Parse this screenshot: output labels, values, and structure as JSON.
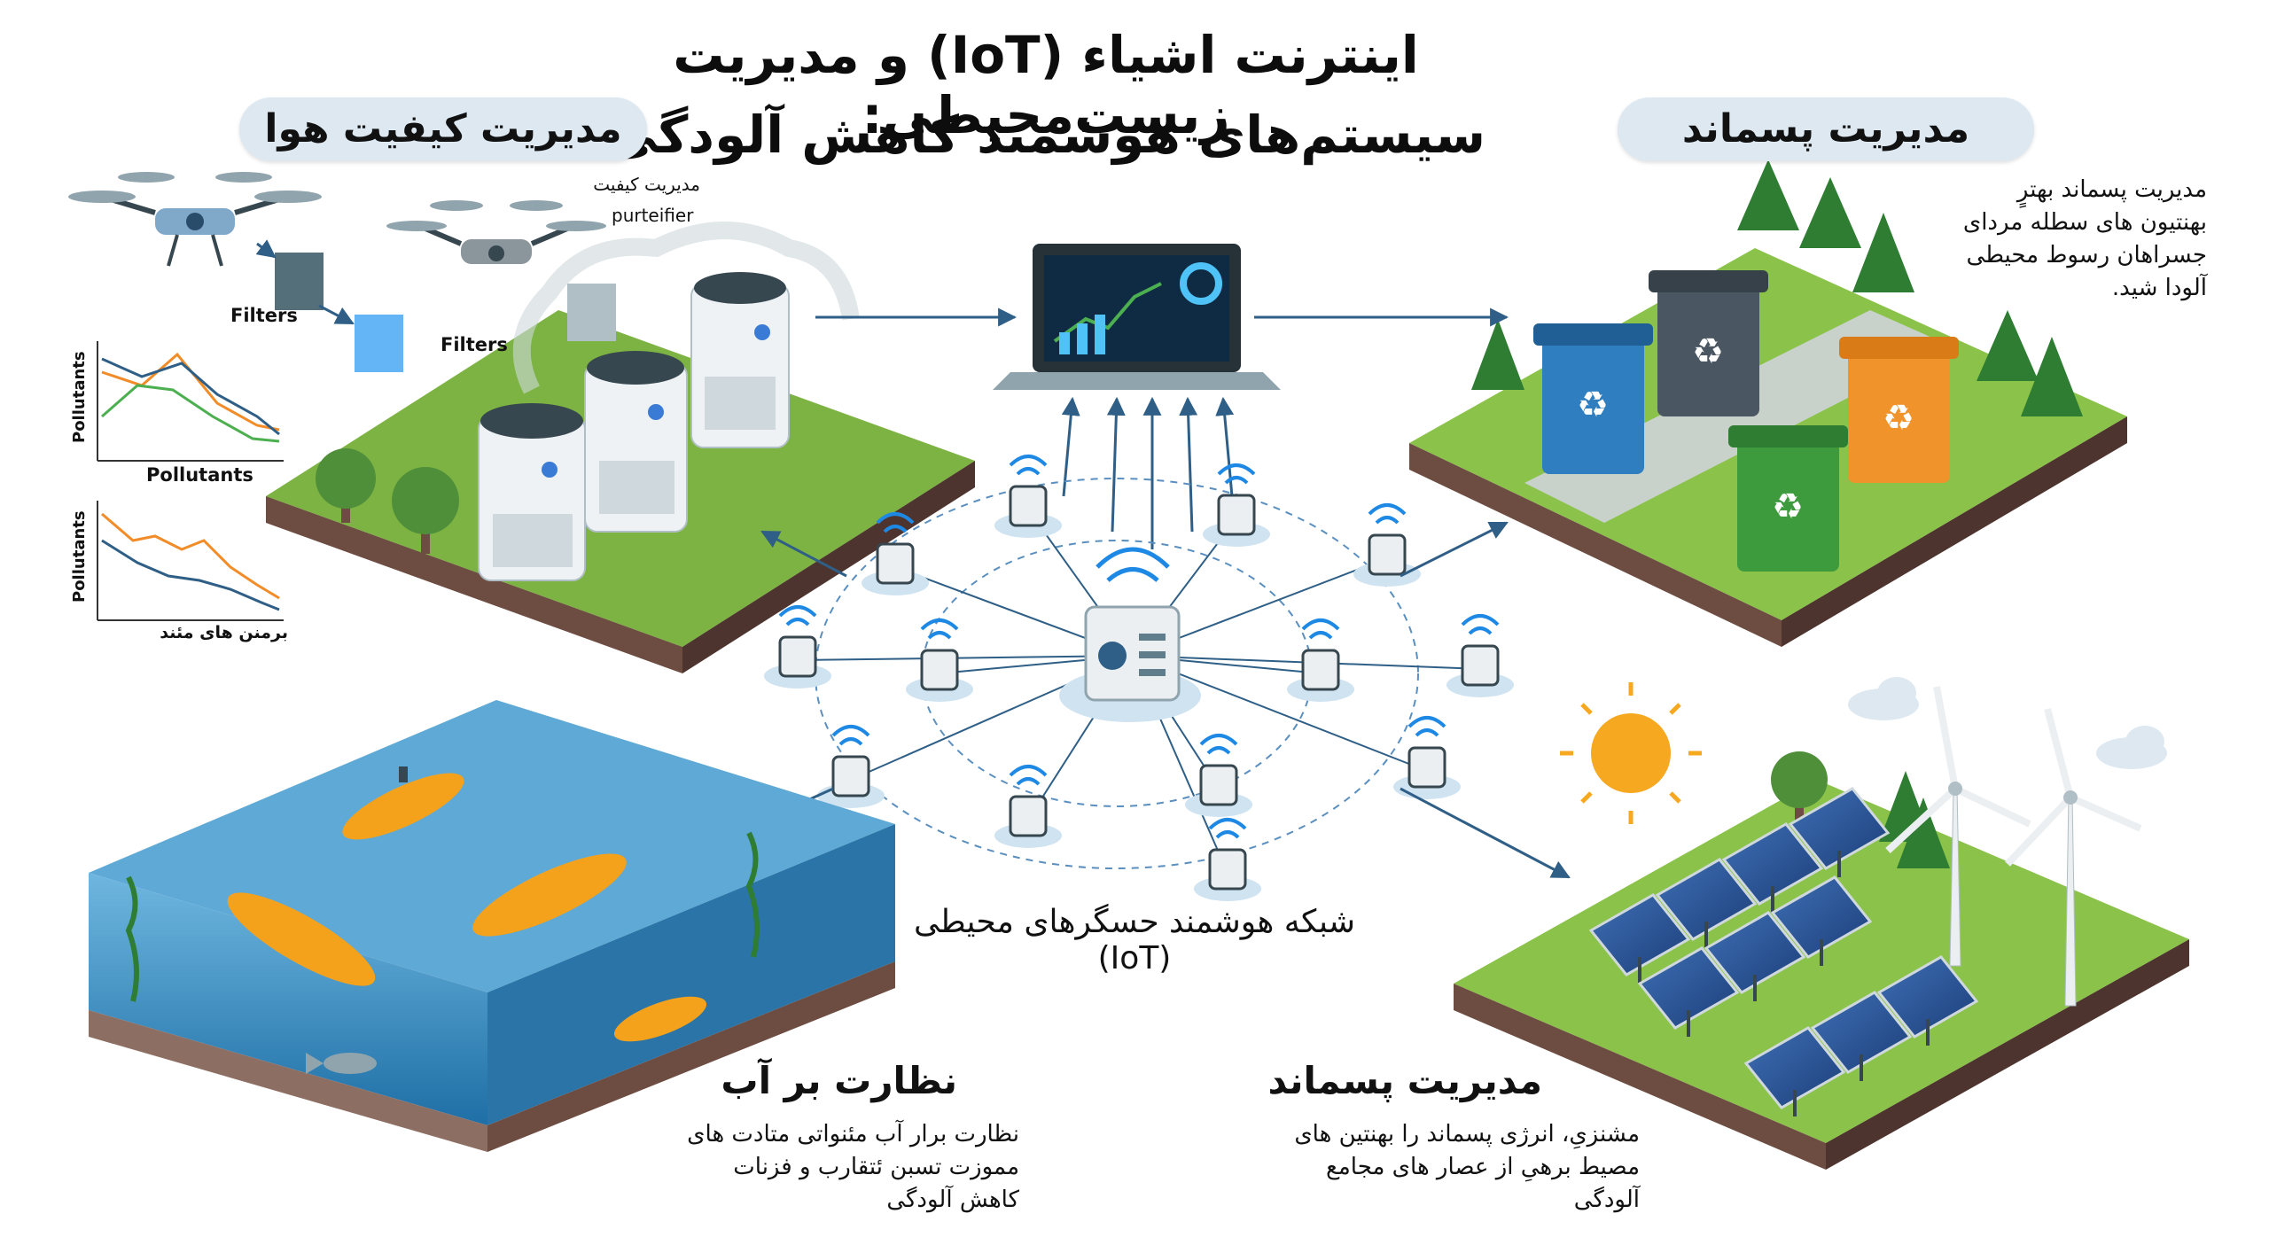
{
  "title": {
    "line1": "اینترنت اشیاء (IoT) و مدیریت زیست‌محیطی:",
    "line2": "سیستم‌های هوشمند کاهش آلودگی"
  },
  "air_quality": {
    "header": "مدیریت کیفیت هوا",
    "purifier_label_fa": "مدیریت کیفیت",
    "purifier_label_en": "purteifier",
    "filters_label_1": "Filters",
    "filters_label_2": "Filters",
    "chart1": {
      "ylabel": "Pollutants",
      "xlabel": "Pollutants"
    },
    "chart2": {
      "ylabel": "Pollutants",
      "xlabel": "برمنن های مئند"
    }
  },
  "waste": {
    "header": "مدیریت پسماند",
    "description": [
      "مدیریت پسماند بهترٍ",
      "بهنتیون های سطله مردای",
      "جسراهان رسوط محیطی",
      "آلودا شید."
    ]
  },
  "iot_network": {
    "label_line1": "شبکه هوشمند حسگرهای محیطی",
    "label_line2": "(IoT)"
  },
  "water": {
    "heading": "نظارت بر آب",
    "description": [
      "نظارت برار آب مئنواتی متادت های",
      "مموزت تسبن ئتقارب و فزنات",
      "کاهش آلودگی"
    ]
  },
  "energy": {
    "heading": "مدیریت پسماند",
    "description": [
      "مشنزیِ، انرژی پسماند را بهنتین های",
      "مصیط برهیِ از عصار های مجامع",
      "آلودگی"
    ]
  },
  "colors": {
    "grass": "#7cb342",
    "grass_dark": "#558b2f",
    "soil": "#5d4037",
    "water": "#3f8fc4",
    "water_dark": "#1c5f8c",
    "arrow": "#2f5f86",
    "node": "#cfe3f1",
    "bin_blue": "#2f7fc0",
    "bin_gray": "#4a5662",
    "bin_orange": "#f0932b",
    "bin_green": "#3d9a3d",
    "drone_yellow": "#f4a21c",
    "sun": "#f6a821"
  }
}
